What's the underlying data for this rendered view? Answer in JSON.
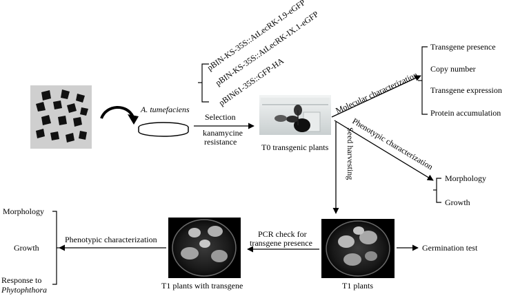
{
  "plasmids": [
    "pBIN-KS-35S::AtLecRK-I.9-eGFP",
    "pBIN-KS-35S::AtLecRK-IX.1-eGFP",
    "pBIN61-35S::GFP-HA"
  ],
  "agro_label": "A. tumefaciens",
  "selection": [
    "Selection",
    "kanamycine",
    "resistance"
  ],
  "t0_caption": "T0 transgenic plants",
  "molecular": {
    "heading": "Molecular characterization",
    "items": [
      "Transgene presence",
      "Copy number",
      "Transgene expression",
      "Protein accumulation"
    ]
  },
  "phenotypic_t0": {
    "heading": "Phenotypic characterization",
    "items": [
      "Morphology",
      "Growth"
    ]
  },
  "seed_harvesting": "Seed harvesting",
  "t1_caption": "T1 plants",
  "germination": "Germination test",
  "pcr_check": [
    "PCR check for",
    "transgene presence"
  ],
  "t1_transgene_caption": "T1 plants with transgene",
  "phenotypic_t1": {
    "heading": "Phenotypic characterization",
    "items": [
      "Morphology",
      "Growth",
      "Response to",
      "Phytophthora"
    ]
  }
}
